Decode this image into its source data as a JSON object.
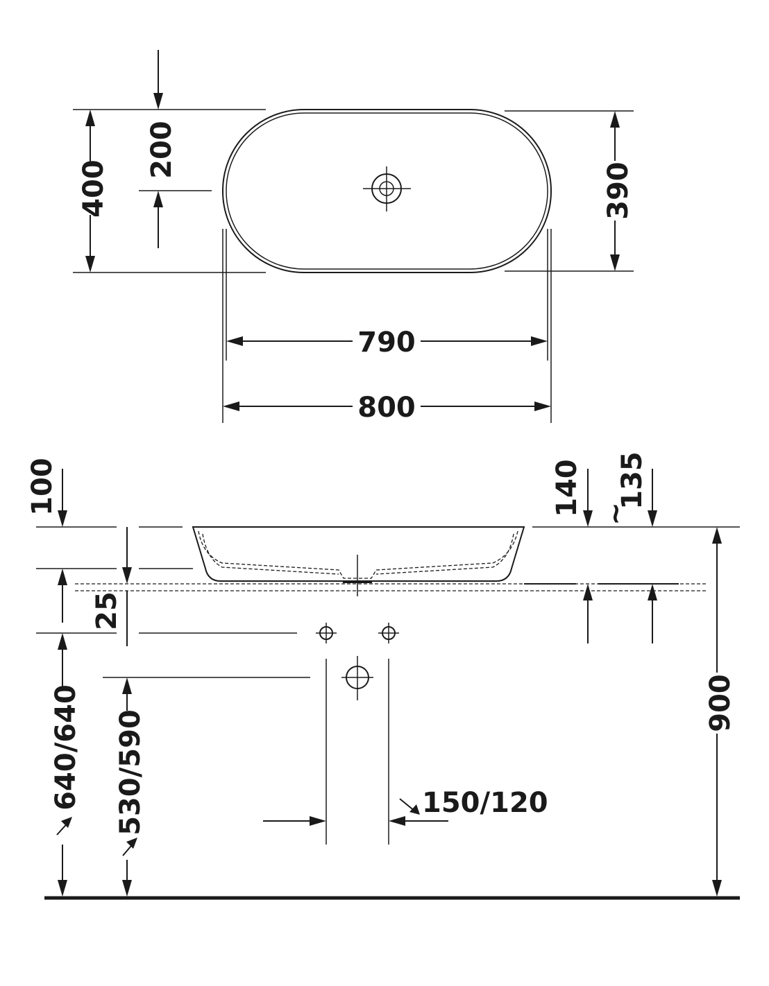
{
  "drawing": {
    "title": "",
    "top_view": {
      "height_outer": "400",
      "height_to_drain": "200",
      "height_inner": "390",
      "width_inner": "790",
      "width_outer": "800"
    },
    "front_view": {
      "top_offset": "100",
      "basin_depth": "140",
      "approx_prefix": "~",
      "depth_approx": "135",
      "counter_thickness": "25",
      "supply_height": "640/640",
      "waste_height": "530/590",
      "supply_spacing": "150/120",
      "total_height": "900"
    }
  }
}
